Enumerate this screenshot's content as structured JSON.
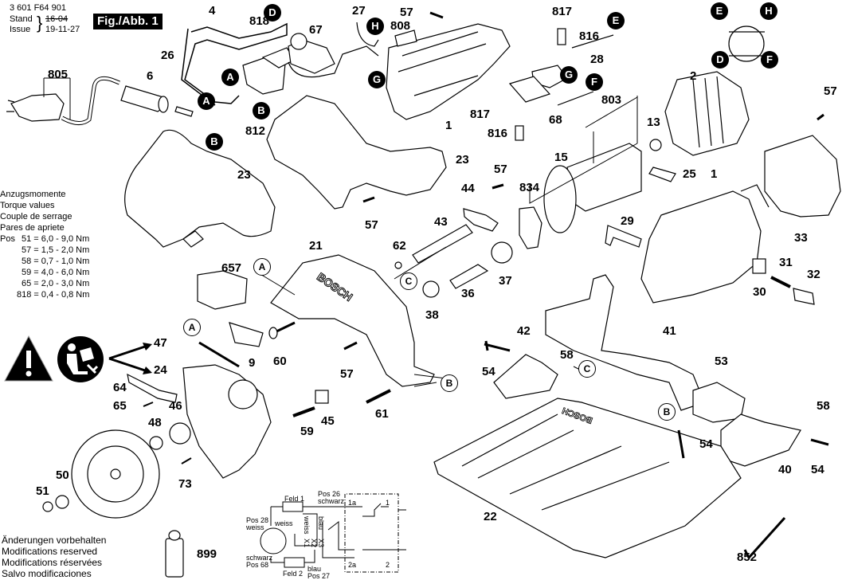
{
  "header": {
    "part_number": "3 601 F64 901",
    "stand_label": "Stand",
    "issue_label": "Issue",
    "old_date": "16-04",
    "issue_date": "19-11-27",
    "figure_label": "Fig./Abb. 1"
  },
  "torque": {
    "titles": [
      "Anzugsmomente",
      "Torque values",
      "Couple de serrage",
      "Pares de apriete"
    ],
    "pos_label": "Pos",
    "rows": [
      "51 = 6,0 - 9,0 Nm",
      "57 = 1,5 - 2,0 Nm",
      "58 = 0,7 - 1,0 Nm",
      "59 = 4,0 - 6,0 Nm",
      "65 = 2,0 - 3,0 Nm",
      "818 = 0,4 - 0,8 Nm"
    ]
  },
  "footer": {
    "notes": [
      "Änderungen vorbehalten",
      "Modifications reserved",
      "Modifications réservées",
      "Salvo modificaciones"
    ]
  },
  "connectors": {
    "A": "A",
    "B": "B",
    "C": "C",
    "D": "D",
    "E": "E",
    "F": "F",
    "G": "G",
    "H": "H"
  },
  "part_labels": {
    "p4": "4",
    "p818": "818",
    "p26": "26",
    "p805": "805",
    "p6": "6",
    "p812": "812",
    "p27": "27",
    "p67": "67",
    "p57a": "57",
    "p808": "808",
    "p1a": "1",
    "p817a": "817",
    "p816a": "816",
    "p28": "28",
    "p817b": "817",
    "p816b": "816",
    "p68": "68",
    "p803": "803",
    "p13": "13",
    "p15": "15",
    "p2": "2",
    "p57b": "57",
    "p23a": "23",
    "p23b": "23",
    "p57c": "57",
    "p57d": "57",
    "p44": "44",
    "p834": "834",
    "p25": "25",
    "p1b": "1",
    "p33": "33",
    "p43": "43",
    "p62": "62",
    "p21": "21",
    "p657": "657",
    "p29": "29",
    "p31": "31",
    "p32": "32",
    "p30": "30",
    "p36": "36",
    "p37": "37",
    "p38": "38",
    "p47": "47",
    "p9": "9",
    "p60": "60",
    "p24": "24",
    "p57e": "57",
    "p64": "64",
    "p61": "61",
    "p65": "65",
    "p46": "46",
    "p48": "48",
    "p45": "45",
    "p59": "59",
    "p73": "73",
    "p42": "42",
    "p58a": "58",
    "p41": "41",
    "p53": "53",
    "p54a": "54",
    "p58b": "58",
    "p54b": "54",
    "p40": "40",
    "p54c": "54",
    "p50": "50",
    "p51": "51",
    "p22": "22",
    "p852": "852",
    "p899": "899"
  },
  "wiring": {
    "feld1": "Feld 1",
    "feld2": "Feld 2",
    "pos26": "Pos 26",
    "schwarz1": "schwarz",
    "pos28": "Pos 28",
    "weiss1": "weiss",
    "weiss2": "weiss",
    "weiss3": "weiss",
    "x1": "X1",
    "x2": "X2",
    "x3": "X3",
    "blau1": "blau",
    "schwarz2": "schwarz",
    "pos68": "Pos 68",
    "blau2": "blau",
    "pos27": "Pos 27",
    "t1a": "1a",
    "t1": "1",
    "t2a": "2a",
    "t2": "2"
  },
  "brand_text": "BOSCH",
  "icons": {
    "warning": "warning-triangle-icon",
    "read_manual": "read-manual-icon"
  }
}
